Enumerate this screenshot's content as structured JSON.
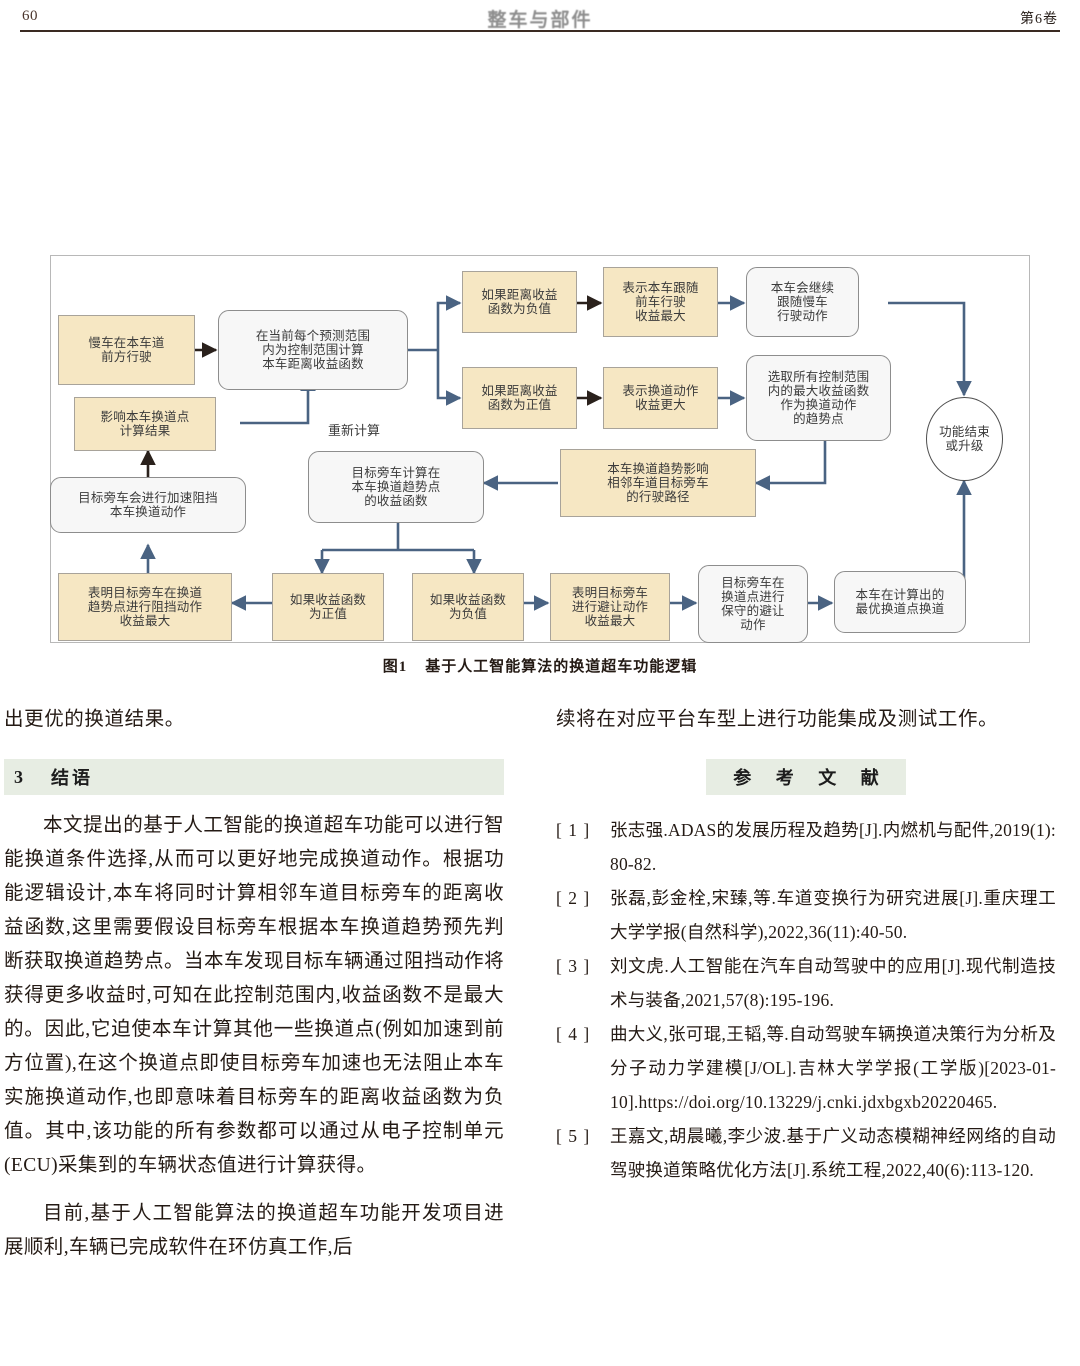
{
  "running_head": {
    "page_number": "60",
    "journal_title": "整车与部件",
    "volume": "第6卷"
  },
  "figure": {
    "caption_number": "图1",
    "caption_text": "基于人工智能算法的换道超车功能逻辑",
    "free_labels": [
      {
        "id": "recalc",
        "text": "重新计算"
      }
    ],
    "nodes": [
      {
        "id": "n1",
        "style": "tan",
        "text": "慢车在本车道\n前方行驶"
      },
      {
        "id": "n2",
        "style": "grey",
        "text": "在当前每个预测范围\n内为控制范围计算\n本车距离收益函数"
      },
      {
        "id": "n3",
        "style": "tan",
        "text": "如果距离收益\n函数为负值"
      },
      {
        "id": "n4",
        "style": "tan",
        "text": "表示本车跟随\n前车行驶\n收益最大"
      },
      {
        "id": "n5",
        "style": "grey",
        "text": "本车会继续\n跟随慢车\n行驶动作"
      },
      {
        "id": "n6",
        "style": "tan",
        "text": "如果距离收益\n函数为正值"
      },
      {
        "id": "n7",
        "style": "tan",
        "text": "表示换道动作\n收益更大"
      },
      {
        "id": "n8",
        "style": "grey",
        "text": "选取所有控制范围\n内的最大收益函数\n作为换道动作\n的趋势点"
      },
      {
        "id": "n9",
        "style": "oval",
        "text": "功能结束\n或升级"
      },
      {
        "id": "n10",
        "style": "tan",
        "text": "影响本车换道点\n计算结果"
      },
      {
        "id": "n11",
        "style": "grey",
        "text": "目标旁车会进行加速阻挡\n本车换道动作"
      },
      {
        "id": "n12",
        "style": "grey",
        "text": "目标旁车计算在\n本车换道趋势点\n的收益函数"
      },
      {
        "id": "n13",
        "style": "tan",
        "text": "本车换道趋势影响\n相邻车道目标旁车\n的行驶路径"
      },
      {
        "id": "n14",
        "style": "tan",
        "text": "表明目标旁车在换道\n趋势点进行阻挡动作\n收益最大"
      },
      {
        "id": "n15",
        "style": "tan",
        "text": "如果收益函数\n为正值"
      },
      {
        "id": "n16",
        "style": "tan",
        "text": "如果收益函数\n为负值"
      },
      {
        "id": "n17",
        "style": "tan",
        "text": "表明目标旁车\n进行避让动作\n收益最大"
      },
      {
        "id": "n18",
        "style": "grey",
        "text": "目标旁车在\n换道点进行\n保守的避让\n动作"
      },
      {
        "id": "n19",
        "style": "grey",
        "text": "本车在计算出的\n最优换道点换道"
      }
    ]
  },
  "left_column": {
    "continued_line": "出更优的换道结果。",
    "section": {
      "number": "3",
      "title": "结语"
    },
    "paragraphs": [
      "本文提出的基于人工智能的换道超车功能可以进行智能换道条件选择,从而可以更好地完成换道动作。根据功能逻辑设计,本车将同时计算相邻车道目标旁车的距离收益函数,这里需要假设目标旁车根据本车换道趋势预先判断获取换道趋势点。当本车发现目标车辆通过阻挡动作将获得更多收益时,可知在此控制范围内,收益函数不是最大的。因此,它迫使本车计算其他一些换道点(例如加速到前方位置),在这个换道点即使目标旁车加速也无法阻止本车实施换道动作,也即意味着目标旁车的距离收益函数为负值。其中,该功能的所有参数都可以通过从电子控制单元(ECU)采集到的车辆状态值进行计算获得。",
      "目前,基于人工智能算法的换道超车功能开发项目进展顺利,车辆已完成软件在环仿真工作,后"
    ]
  },
  "right_column": {
    "continued_line": "续将在对应平台车型上进行功能集成及测试工作。",
    "references_title": "参 考 文 献",
    "references": [
      {
        "marker": "[ 1 ]",
        "text": "张志强.ADAS的发展历程及趋势[J].内燃机与配件,2019(1): 80-82."
      },
      {
        "marker": "[ 2 ]",
        "text": "张磊,彭金栓,宋臻,等.车道变换行为研究进展[J].重庆理工大学学报(自然科学),2022,36(11):40-50."
      },
      {
        "marker": "[ 3 ]",
        "text": "刘文虎.人工智能在汽车自动驾驶中的应用[J].现代制造技术与装备,2021,57(8):195-196."
      },
      {
        "marker": "[ 4 ]",
        "text": "曲大义,张可琨,王韬,等.自动驾驶车辆换道决策行为分析及分子动力学建模[J/OL].吉林大学学报(工学版)[2023-01-10].https://doi.org/10.13229/j.cnki.jdxbgxb20220465."
      },
      {
        "marker": "[ 5 ]",
        "text": "王嘉文,胡晨曦,李少波.基于广义动态模糊神经网络的自动驾驶换道策略优化方法[J].系统工程,2022,40(6):113-120."
      }
    ]
  },
  "colors": {
    "tan_fill": "#f6e7c3",
    "grey_fill": "#f7f7f7",
    "arrow_blue": "#4a6382",
    "arrow_dark": "#2a211c",
    "section_bar": "#e7ede3"
  }
}
